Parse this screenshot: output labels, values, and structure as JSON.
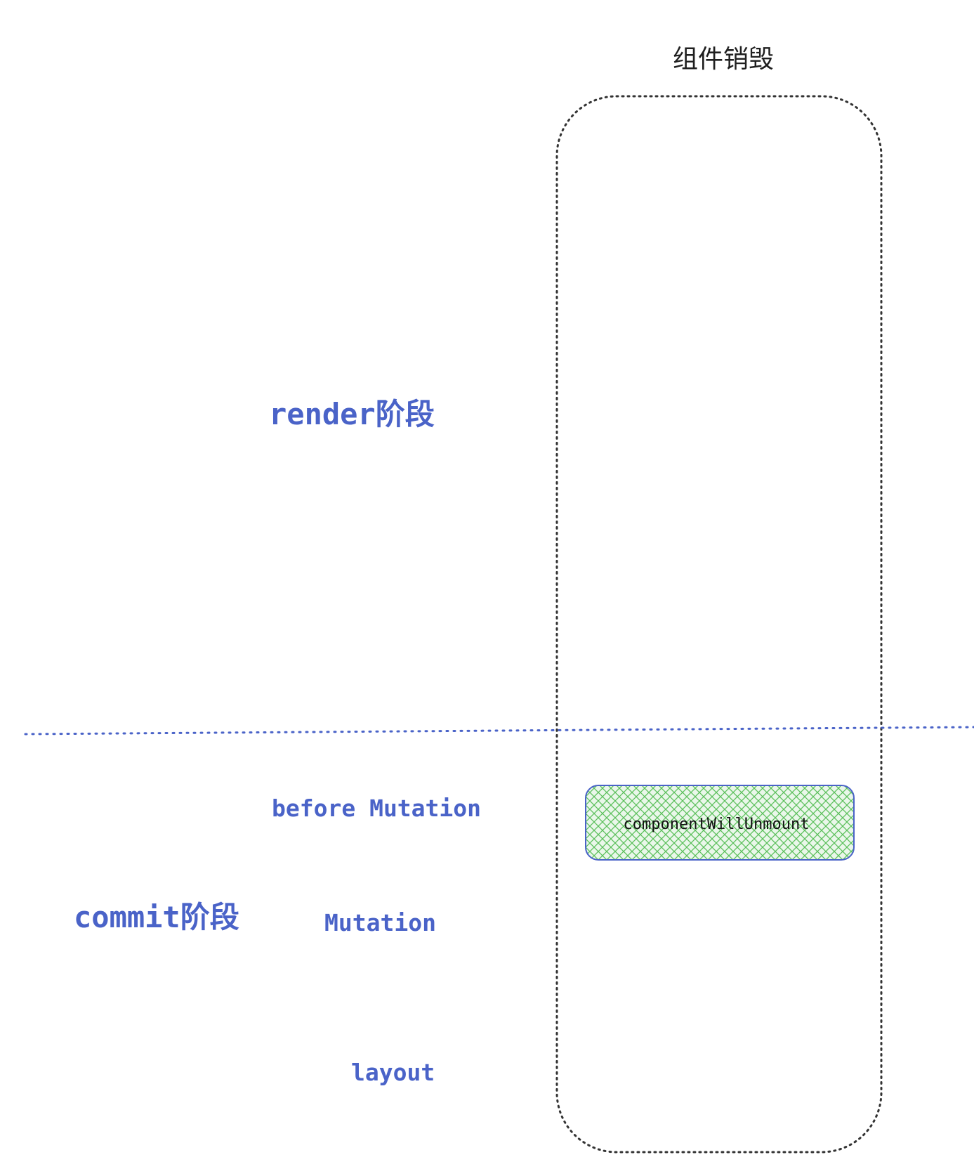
{
  "column": {
    "title": "组件销毁"
  },
  "phases": {
    "render": "render阶段",
    "commit": "commit阶段"
  },
  "commit_subphases": {
    "before_mutation": "before Mutation",
    "mutation": "Mutation",
    "layout": "layout"
  },
  "lifecycle": {
    "component_will_unmount": "componentWillUnmount"
  },
  "colors": {
    "label_blue": "#4a63c8",
    "divider_blue": "#4a63c8",
    "column_border": "#333333",
    "box_border": "#4a63c8",
    "box_hatch": "#5cc05c",
    "box_fill": "#eaf7ea"
  }
}
